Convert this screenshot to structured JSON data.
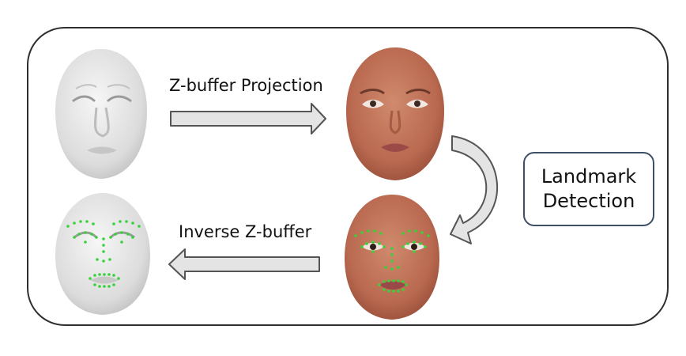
{
  "labels": {
    "projection": "Z-buffer Projection",
    "inverse": "Inverse Z-buffer"
  },
  "box": {
    "line1": "Landmark",
    "line2": "Detection"
  },
  "colors": {
    "frame": "#2e2e2e",
    "box_border": "#3f4f66",
    "arrow_fill": "#e4e4e4",
    "arrow_stroke": "#555555",
    "face_gray": "#e2e2e2",
    "face_skin": "#b86a50",
    "landmark": "#37d23a"
  },
  "icons": [
    "gray-face-mesh",
    "textured-face",
    "textured-face-with-landmarks",
    "gray-face-mesh-with-landmarks",
    "right-arrow",
    "left-arrow",
    "curved-down-arrow"
  ]
}
